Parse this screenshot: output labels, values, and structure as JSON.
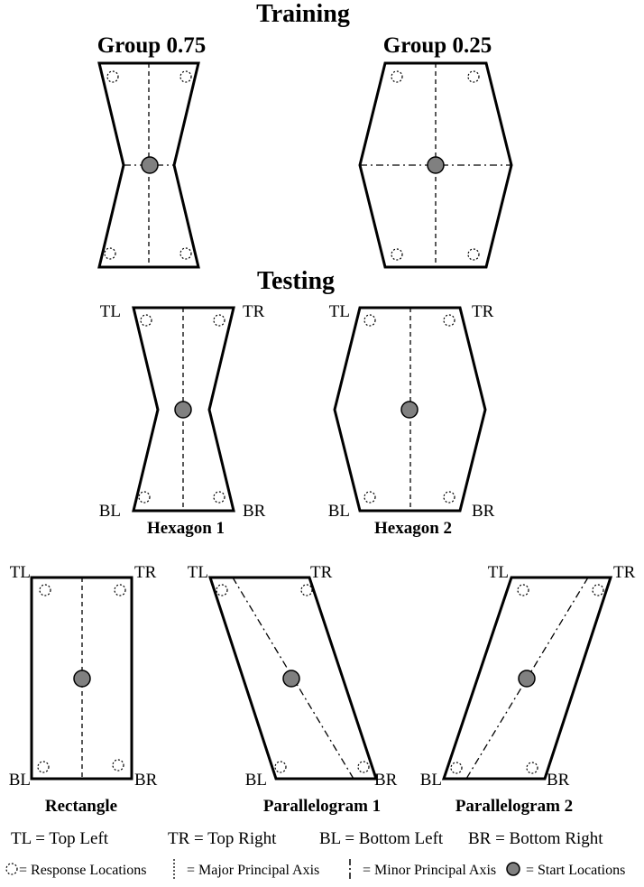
{
  "titles": {
    "training": "Training",
    "testing": "Testing"
  },
  "groups": {
    "g075": "Group 0.75",
    "g025": "Group 0.25"
  },
  "corners": {
    "tl": "TL",
    "tr": "TR",
    "bl": "BL",
    "br": "BR"
  },
  "shapes": {
    "hexagon1": "Hexagon 1",
    "hexagon2": "Hexagon 2",
    "rectangle": "Rectangle",
    "parallelogram1": "Parallelogram 1",
    "parallelogram2": "Parallelogram 2"
  },
  "abbreviations": {
    "tl": "TL = Top Left",
    "tr": "TR = Top Right",
    "bl": "BL = Bottom Left",
    "br": "BR = Bottom Right"
  },
  "legend": {
    "response": "= Response Locations",
    "major": "= Major Principal Axis",
    "minor": "= Minor Principal Axis",
    "start": "= Start Locations"
  },
  "colors": {
    "start_fill": "#808080",
    "stroke": "#000000"
  }
}
